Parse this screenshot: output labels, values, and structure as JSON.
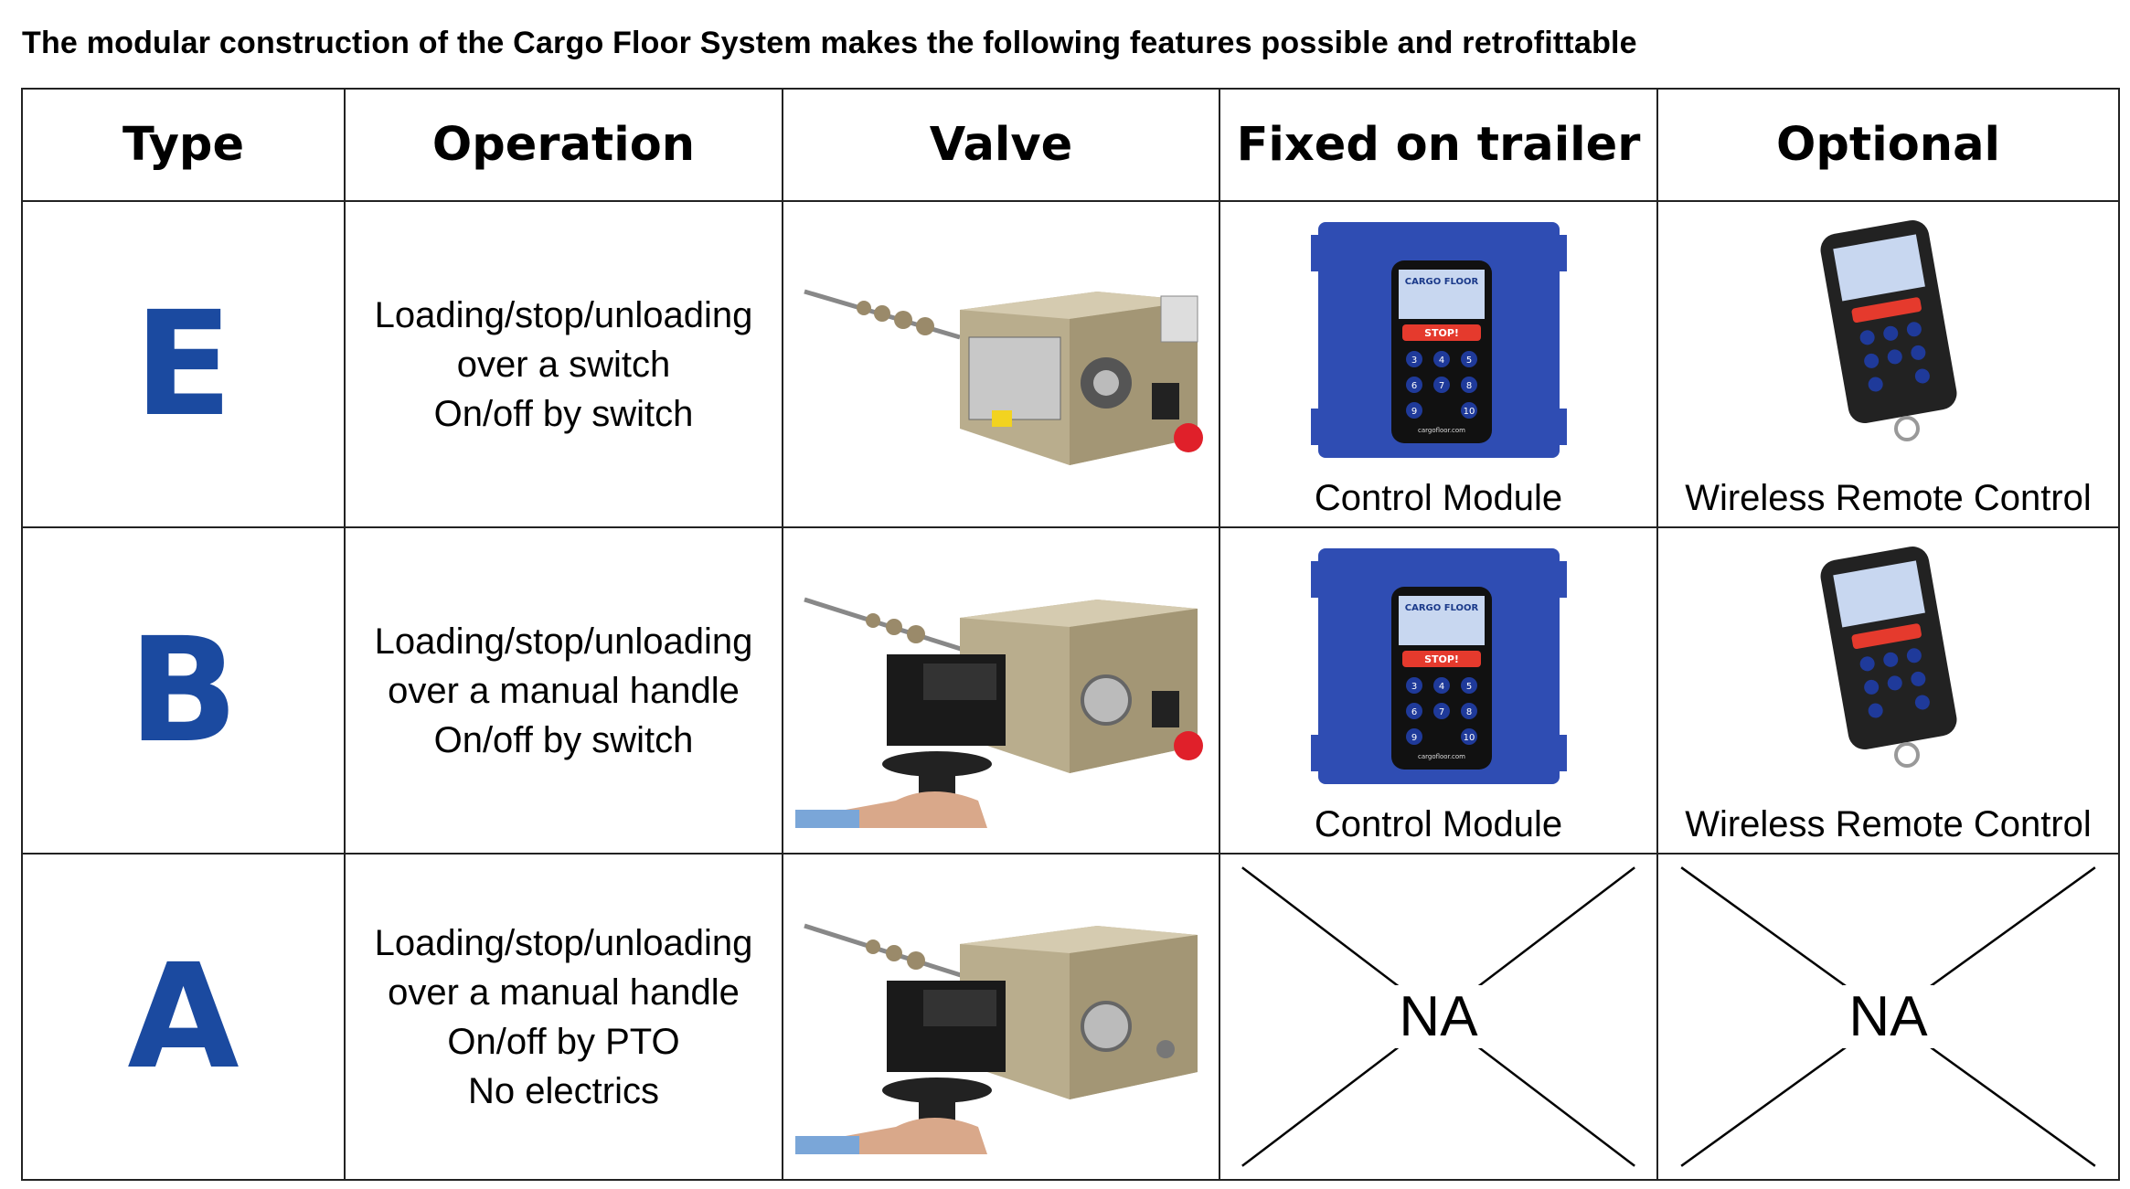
{
  "heading": "The modular construction of the Cargo Floor System makes the following features possible and retrofittable",
  "columns": [
    "Type",
    "Operation",
    "Valve",
    "Fixed on trailer",
    "Optional"
  ],
  "rows": [
    {
      "type": "E",
      "operation": [
        "Loading/stop/unloading",
        "over a switch",
        "On/off by switch"
      ],
      "valve_icon": "valve-with-switch-image",
      "fixed": "Control Module",
      "optional": "Wireless Remote Control"
    },
    {
      "type": "B",
      "operation": [
        "Loading/stop/unloading",
        "over a manual handle",
        "On/off by switch"
      ],
      "valve_icon": "valve-with-handle-image",
      "fixed": "Control Module",
      "optional": "Wireless Remote Control"
    },
    {
      "type": "A",
      "operation": [
        "Loading/stop/unloading",
        "over a manual handle",
        "On/off by PTO",
        "No electrics"
      ],
      "valve_icon": "valve-with-handle-image",
      "fixed": "NA",
      "optional": "NA"
    }
  ],
  "device_labels": {
    "brand": "CARGO FLOOR",
    "stop": "STOP!",
    "keys": [
      "3",
      "4",
      "5",
      "6",
      "7",
      "8",
      "9",
      "10"
    ],
    "url": "cargofloor.com"
  },
  "colors": {
    "type_letter": "#1b4aa0",
    "module_blue": "#2f4db3",
    "stop_red": "#e53a2d"
  }
}
